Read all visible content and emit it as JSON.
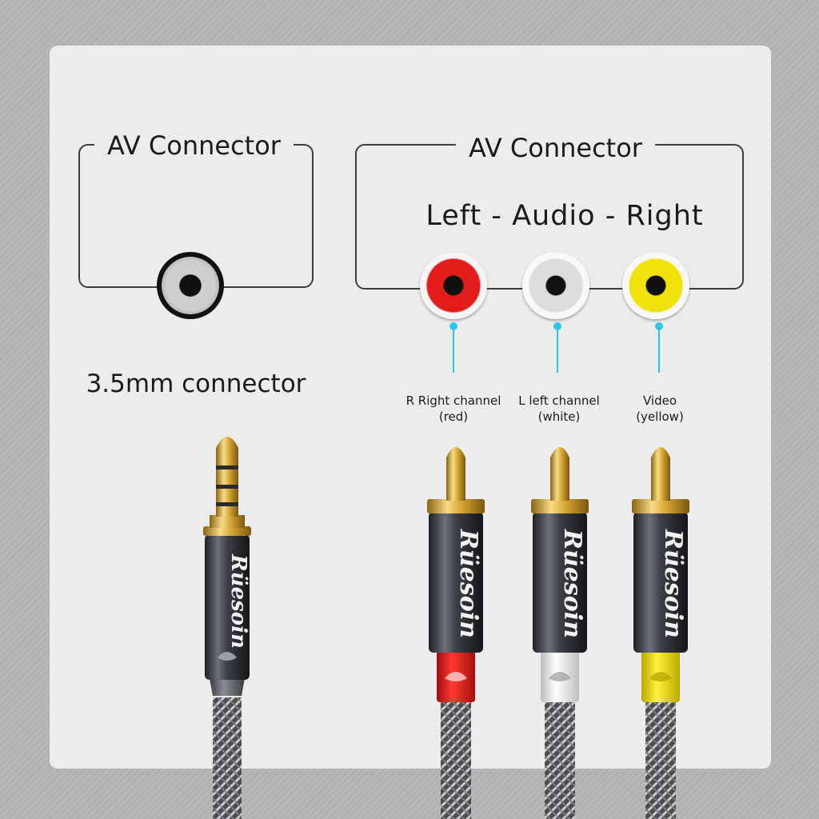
{
  "left_panel": {
    "frame_title": "AV Connector",
    "connector_label": "3.5mm connector"
  },
  "right_panel": {
    "frame_title": "AV Connector",
    "audio_label": "Left - Audio - Right",
    "channels": [
      {
        "line1": "R Right channel",
        "line2": "(red)",
        "color": "#e21b1b"
      },
      {
        "line1": "L left channel",
        "line2": "(white)",
        "color": "#e9e9e9"
      },
      {
        "line1": "Video",
        "line2": "(yellow)",
        "color": "#f1e30a"
      }
    ]
  },
  "brand": "Rüesoin",
  "colors": {
    "panel": "#ececec",
    "leader": "#2cc6ea",
    "gold": "#d9a92c",
    "gunmetal": "#3a3d42"
  }
}
